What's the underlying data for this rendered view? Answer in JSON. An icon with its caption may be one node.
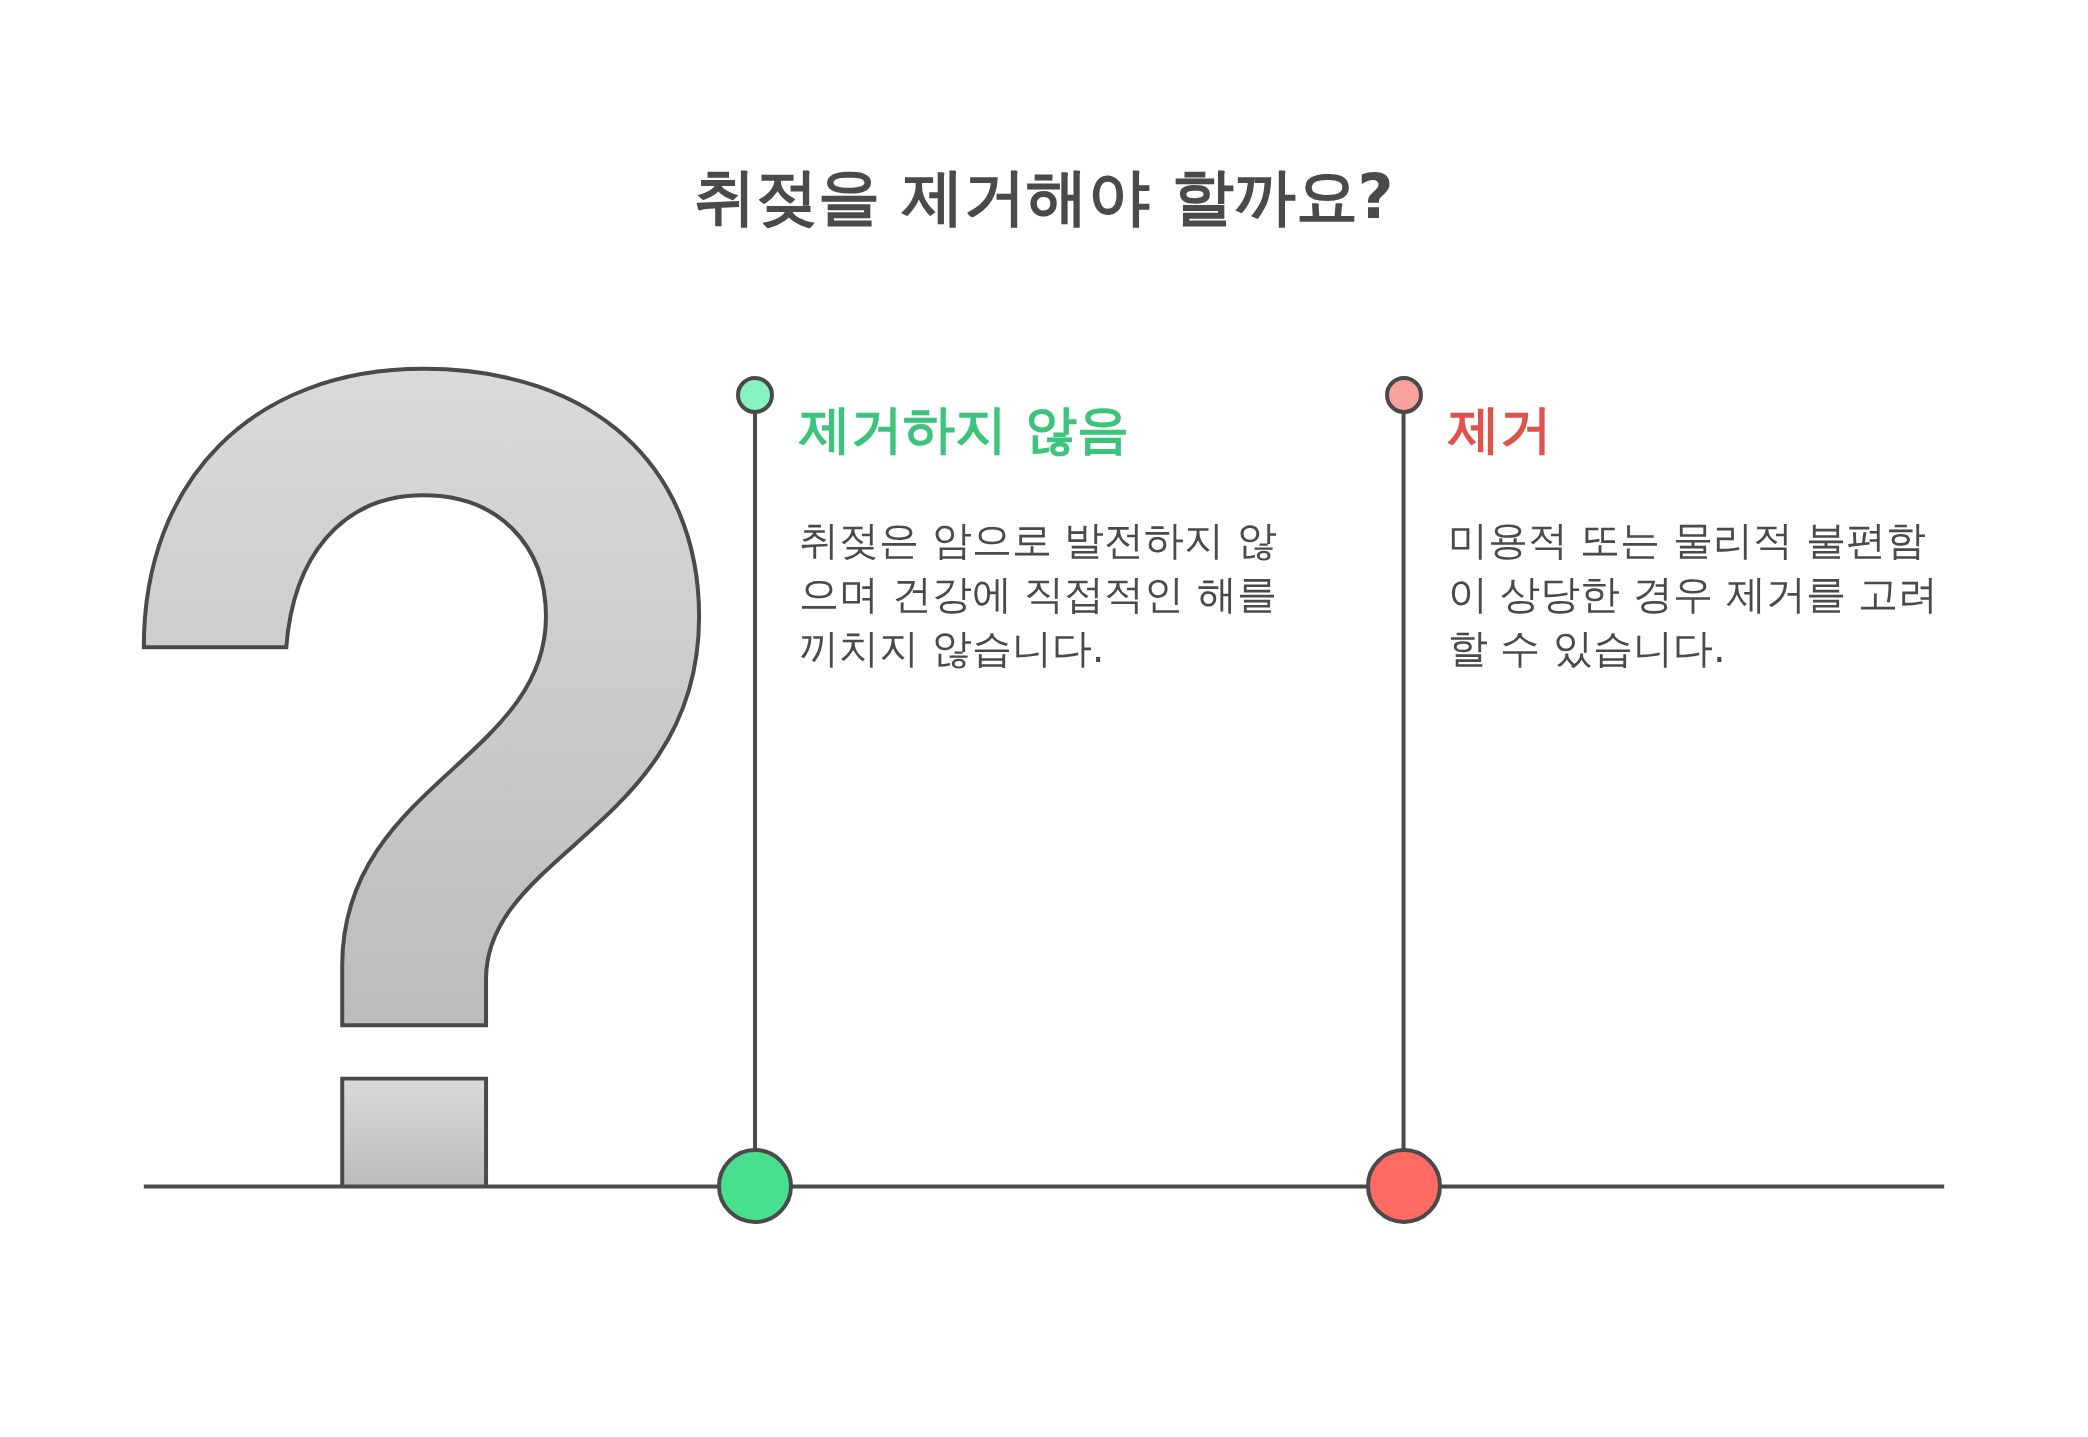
{
  "diagram": {
    "title": "취젖을 제거해야 할까요?",
    "nodes": [
      {
        "text": [],
        "shape": "circle",
        "beside": [
          "제거하지 않음",
          "취젖은 암으로 발전하지 않으며 건강에 직접적인 해를 끼치지 않습니다."
        ]
      },
      {
        "text": [],
        "shape": "circle"
      },
      {
        "text": [],
        "shape": "circle",
        "beside": [
          "제거",
          "미용적 또는 물리적 불편함이 상당한 경우 제거를 고려할 수 있습니다."
        ]
      },
      {
        "text": [],
        "shape": "circle"
      }
    ],
    "edges": [
      {
        "from": 0,
        "to": 1,
        "arrow": "none"
      },
      {
        "from": 2,
        "to": 3,
        "arrow": "none"
      }
    ]
  }
}
